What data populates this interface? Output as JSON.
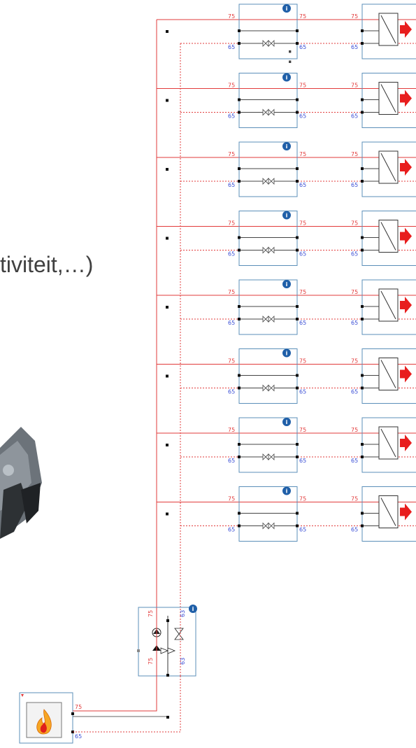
{
  "slide": {
    "fragment_top": ":",
    "fragment_middle": "tiviteit,…)"
  },
  "diagram": {
    "supply_temp_label": "75",
    "return_temp_label": "65",
    "mixing_return_label": "63",
    "info_icon_glyph": "i",
    "colors": {
      "supply": "#e23b3b",
      "return_dashed": "#e23b3b",
      "return_label": "#3b4fd6",
      "box_border": "#5b8fb9",
      "info_badge": "#1f5fa8",
      "arrow": "#e81e1e",
      "boiler_flame": "#f6a623"
    },
    "circuits": [
      {
        "id": 1
      },
      {
        "id": 2
      },
      {
        "id": 3
      },
      {
        "id": 4
      },
      {
        "id": 5
      },
      {
        "id": 6
      },
      {
        "id": 7
      },
      {
        "id": 8
      }
    ],
    "components": [
      "boiler",
      "mixing-group-pump",
      "balancing-valve",
      "radiator",
      "heat-output-arrow"
    ],
    "icons": [
      "info-icon",
      "flame-icon",
      "pump-icon",
      "valve-icon",
      "arrow-right-icon"
    ]
  }
}
